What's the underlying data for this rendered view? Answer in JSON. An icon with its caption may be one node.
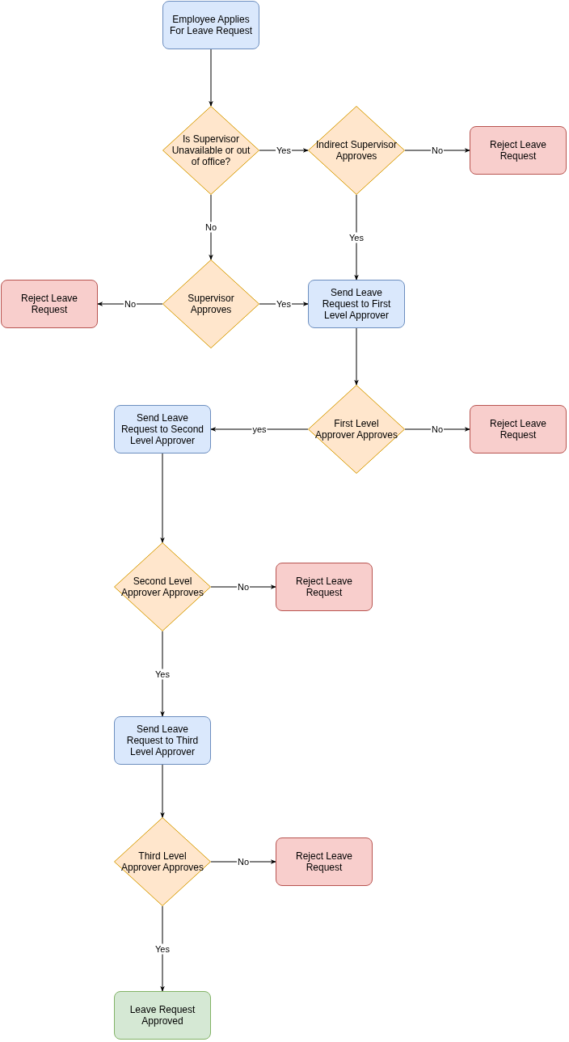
{
  "diagram": {
    "nodes": [
      {
        "text": [
          "Employee Applies For Leave Request"
        ]
      },
      {
        "text": [
          "Is Supervisor Unavailable or out of office?"
        ]
      },
      {
        "text": [
          "Indirect Supervisor Approves"
        ]
      },
      {
        "text": [
          "Reject Leave Request"
        ]
      },
      {
        "text": [
          "Reject Leave Request"
        ]
      },
      {
        "text": [
          "Supervisor Approves"
        ]
      },
      {
        "text": [
          "Send Leave Request to First Level Approver"
        ]
      },
      {
        "text": [
          "Send Leave Request to Second Level Approver"
        ]
      },
      {
        "text": [
          "First Level Approver Approves"
        ]
      },
      {
        "text": [
          "Reject Leave Request"
        ]
      },
      {
        "text": [
          "Second Level Approver Approves"
        ]
      },
      {
        "text": [
          "Reject Leave Request"
        ]
      },
      {
        "text": [
          "Send Leave Request to Third Level Approver"
        ]
      },
      {
        "text": [
          "Third Level Approver Approves"
        ]
      },
      {
        "text": [
          "Reject Leave Request"
        ]
      },
      {
        "text": [
          "Leave Request Approved"
        ]
      }
    ],
    "edges": [
      {
        "from": 0,
        "to": 1,
        "arrow": "to"
      },
      {
        "from": 1,
        "to": 2,
        "arrow": "to",
        "label": "Yes"
      },
      {
        "from": 2,
        "to": 3,
        "arrow": "to",
        "label": "No"
      },
      {
        "from": 1,
        "to": 5,
        "arrow": "to",
        "label": "No"
      },
      {
        "from": 2,
        "to": 6,
        "arrow": "to",
        "label": "Yes"
      },
      {
        "from": 5,
        "to": 4,
        "arrow": "to",
        "label": "No"
      },
      {
        "from": 5,
        "to": 6,
        "arrow": "to",
        "label": "Yes"
      },
      {
        "from": 6,
        "to": 8,
        "arrow": "to"
      },
      {
        "from": 8,
        "to": 7,
        "arrow": "to",
        "label": "yes"
      },
      {
        "from": 8,
        "to": 9,
        "arrow": "to",
        "label": "No"
      },
      {
        "from": 7,
        "to": 10,
        "arrow": "to"
      },
      {
        "from": 10,
        "to": 11,
        "arrow": "to",
        "label": "No"
      },
      {
        "from": 10,
        "to": 12,
        "arrow": "to",
        "label": "Yes"
      },
      {
        "from": 12,
        "to": 13,
        "arrow": "to"
      },
      {
        "from": 13,
        "to": 14,
        "arrow": "to",
        "label": "No"
      },
      {
        "from": 13,
        "to": 15,
        "arrow": "to",
        "label": "Yes"
      }
    ]
  }
}
